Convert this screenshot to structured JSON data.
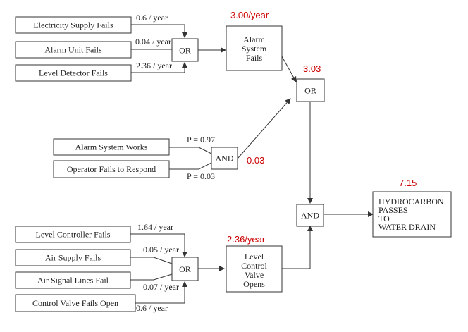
{
  "events": {
    "electricity": "Electricity Supply Fails",
    "alarm_unit": "Alarm Unit Fails",
    "level_detector": "Level Detector Fails",
    "alarm_works": "Alarm System Works",
    "operator": "Operator Fails to Respond",
    "level_controller": "Level Controller Fails",
    "air_supply": "Air Supply Fails",
    "air_signal": "Air Signal Lines Fail",
    "control_valve": "Control Valve Fails Open"
  },
  "rates": {
    "electricity": "0.6 / year",
    "alarm_unit": "0.04 / year",
    "level_detector": "2.36 / year",
    "alarm_works": "P = 0.97",
    "operator": "P = 0.03",
    "level_controller": "1.64 / year",
    "air_supply": "0.05 / year",
    "air_signal": "0.07 / year",
    "control_valve": "0.6 / year"
  },
  "gates": {
    "or_alarm": "OR",
    "and_operator": "AND",
    "or_top": "OR",
    "or_valve": "OR",
    "and_final": "AND"
  },
  "intermediate": {
    "alarm_fails": [
      "Alarm",
      "System",
      "Fails"
    ],
    "valve_opens": [
      "Level",
      "Control",
      "Valve",
      "Opens"
    ]
  },
  "top_event": [
    "HYDROCARBON",
    "PASSES",
    "TO",
    "WATER DRAIN"
  ],
  "results": {
    "alarm_fails": "3.00/year",
    "or_top": "3.03",
    "and_operator": "0.03",
    "valve_opens": "2.36/year",
    "top_event": "7.15"
  },
  "colors": {
    "result_text": "#cc0000",
    "lines": "#333333"
  }
}
